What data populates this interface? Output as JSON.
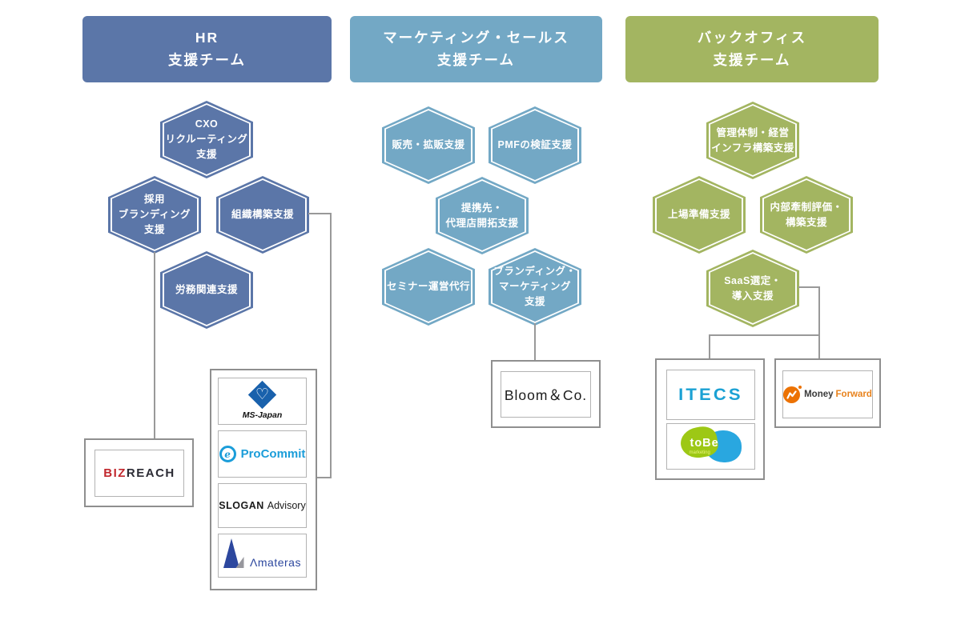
{
  "teams": {
    "hr": {
      "title": "HR\n支援チーム",
      "hexes": [
        "CXO\nリクルーティング\n支援",
        "採用\nブランディング\n支援",
        "組織構築支援",
        "労務関連支援"
      ]
    },
    "marketing": {
      "title": "マーケティング・セールス\n支援チーム",
      "hexes": [
        "販売・拡販支援",
        "PMFの検証支援",
        "提携先・\n代理店開拓支援",
        "セミナー運営代行",
        "ブランディング・\nマーケティング\n支援"
      ]
    },
    "backoffice": {
      "title": "バックオフィス\n支援チーム",
      "hexes": [
        "管理体制・経営\nインフラ構築支援",
        "上場準備支援",
        "内部牽制評価・\n構築支援",
        "SaaS選定・\n導入支援"
      ]
    }
  },
  "partners": {
    "bizreach": {
      "text_red": "BIZ",
      "text_dark": "REACH"
    },
    "ms_japan": {
      "name": "MS-Japan",
      "icon": "heart-in-diamond"
    },
    "procommit": {
      "name": "ProCommit",
      "icon_letter": "e"
    },
    "slogan": {
      "name_bold": "SLOGAN",
      "name_light": "Advisory"
    },
    "amateras": {
      "name": "Λmateras"
    },
    "bloom": {
      "name": "Bloom＆Co."
    },
    "itecs": {
      "name": "ITECS"
    },
    "tobe": {
      "name": "toBe",
      "sub": "marketing"
    },
    "money_forward": {
      "name_dark": "Money",
      "name_orange": "Forward"
    }
  },
  "colors": {
    "hr": "#5b76a8",
    "marketing": "#73a8c5",
    "backoffice": "#a3b561",
    "connector": "#999999",
    "bizreach_red": "#c1272d",
    "msjapan_blue": "#1961ac",
    "procommit_blue": "#1b9dd9",
    "amateras_navy": "#2c479e",
    "itecs_cyan": "#1ba1d4",
    "tobe_green": "#9dc815",
    "tobe_blue": "#29a7e0",
    "moneyforward_orange": "#ec7203"
  }
}
